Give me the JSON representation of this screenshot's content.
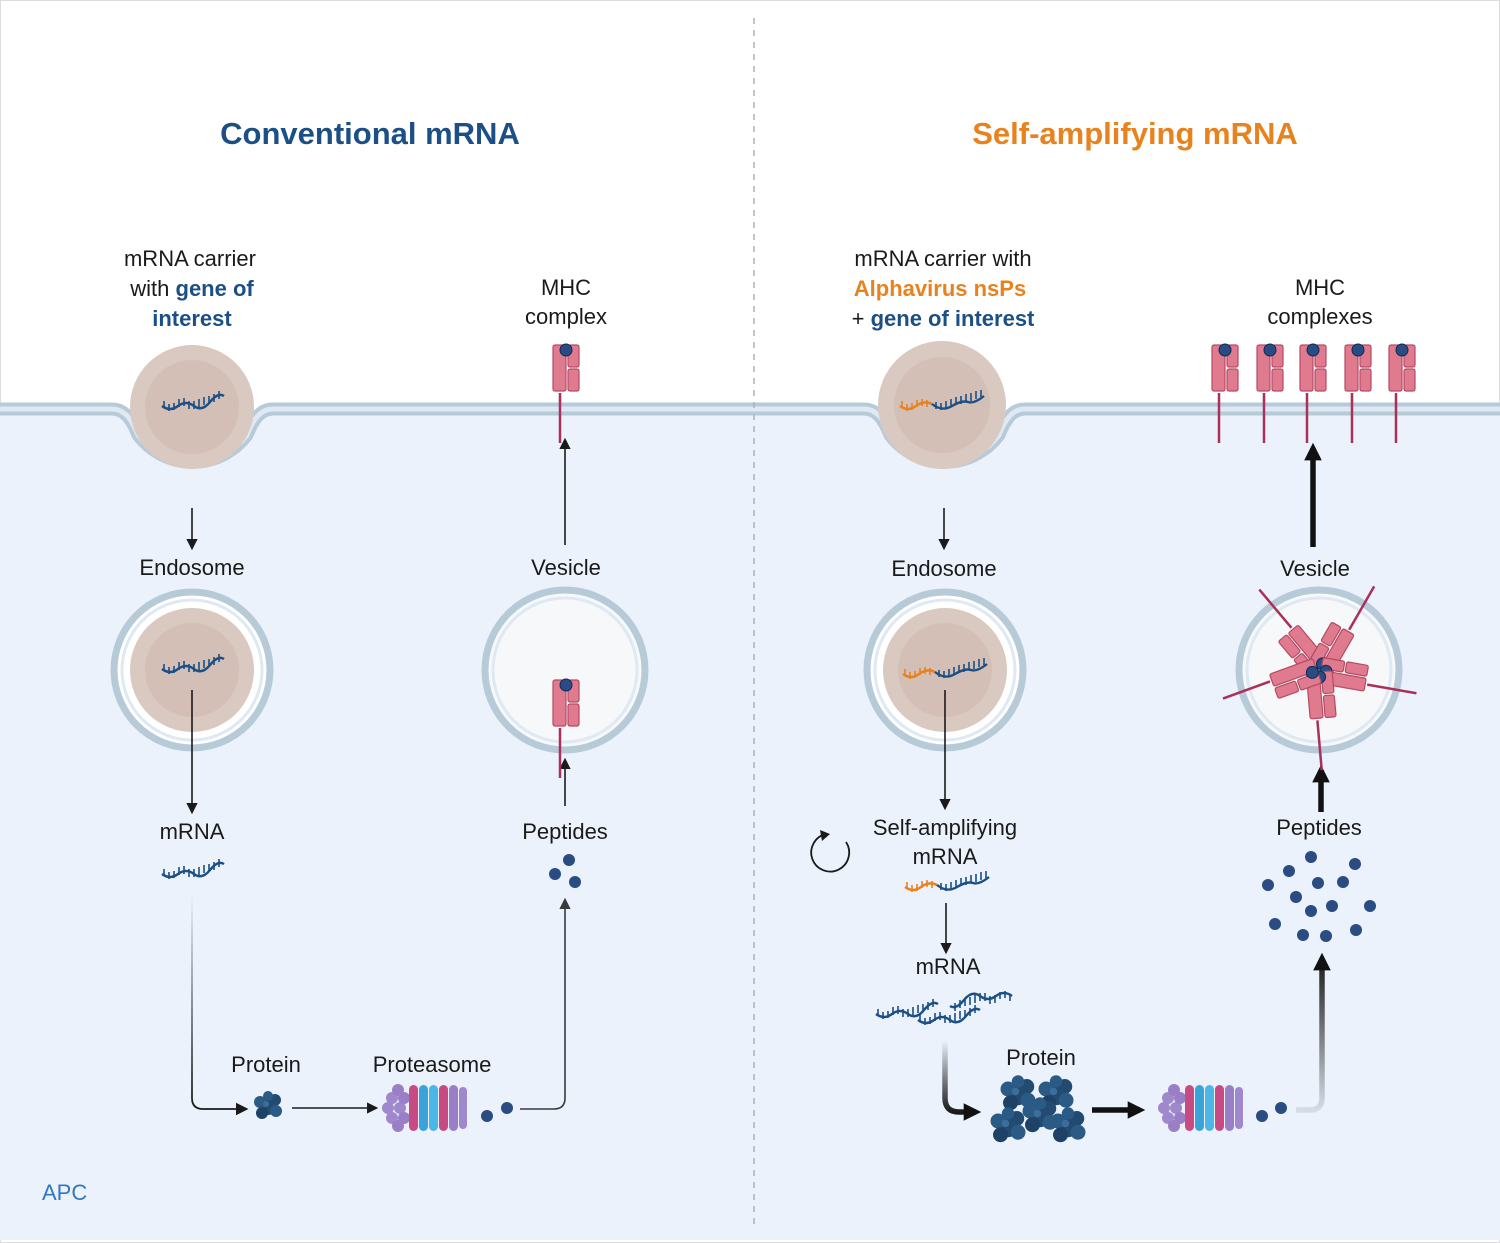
{
  "left_panel": {
    "title": "Conventional mRNA",
    "carrier_label": {
      "line1": "mRNA carrier",
      "line2_prefix": "with ",
      "line2_highlight": "gene of",
      "line3_highlight": "interest"
    },
    "mhc_label": [
      "MHC",
      "complex"
    ],
    "endosome_label": "Endosome",
    "vesicle_label": "Vesicle",
    "mrna_label": "mRNA",
    "peptides_label": "Peptides",
    "protein_label": "Protein",
    "proteasome_label": "Proteasome",
    "cell_label": "APC"
  },
  "right_panel": {
    "title": "Self-amplifying mRNA",
    "carrier_label": {
      "line1": "mRNA carrier with",
      "line2_highlight": "Alphavirus nsPs",
      "line3_prefix": "+ ",
      "line3_highlight": "gene of interest"
    },
    "mhc_label": [
      "MHC",
      "complexes"
    ],
    "endosome_label": "Endosome",
    "vesicle_label": "Vesicle",
    "samrna_label": [
      "Self-amplifying",
      "mRNA"
    ],
    "mrna_label": "mRNA",
    "peptides_label": "Peptides",
    "protein_label": "Protein"
  },
  "colors": {
    "navy": "#1b4f85",
    "orange": "#e8821e",
    "cell_fill": "#ebf2fc",
    "membrane": "#b6cad8",
    "mhc_pink": "#e07a8e",
    "peptide": "#2a4c82"
  }
}
